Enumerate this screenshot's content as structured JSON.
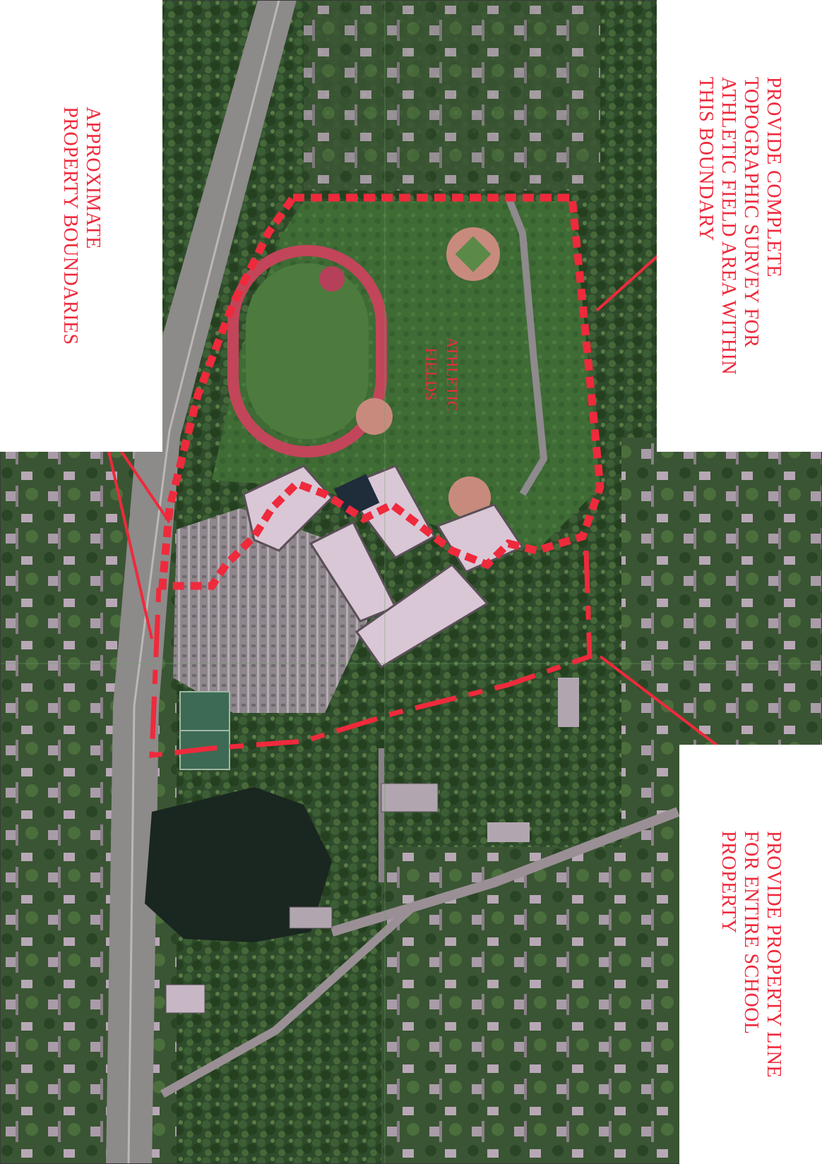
{
  "labels": {
    "approx_boundaries": "APPROXIMATE\nPROPERTY BOUNDARIES",
    "topo_survey": "PROVIDE COMPLETE\nTOPOGRAPHIC SURVEY FOR\nATHLETIC FIELD AREA WITHIN\nTHIS BOUNDARY",
    "property_line": "PROVIDE PROPERTY LINE\nFOR ENTIRE SCHOOL\nPROPERTY",
    "athletic_fields": "ATHLETIC\nFIELDS"
  },
  "colors": {
    "annotation_red": "#ee2a3c",
    "grass": "#3f6b35",
    "forest": "#2c4a2a",
    "pavement": "#9a8f95",
    "roof": "#d9c7d6",
    "track": "#c2455a",
    "pond": "#1a2620",
    "infield": "#c98a7e"
  },
  "icons": {
    "aerial": "aerial-photo-icon"
  }
}
